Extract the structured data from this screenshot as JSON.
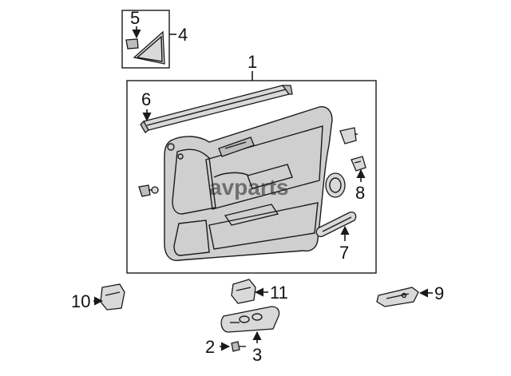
{
  "callouts": {
    "c1": "1",
    "c2": "2",
    "c3": "3",
    "c4": "4",
    "c5": "5",
    "c6": "6",
    "c7": "7",
    "c8": "8",
    "c9": "9",
    "c10": "10",
    "c11": "11"
  },
  "watermark": "avparts",
  "colors": {
    "line": "#1a1a1a",
    "part_fill": "#d9d9d9",
    "panel_fill": "#cfcfcf"
  }
}
